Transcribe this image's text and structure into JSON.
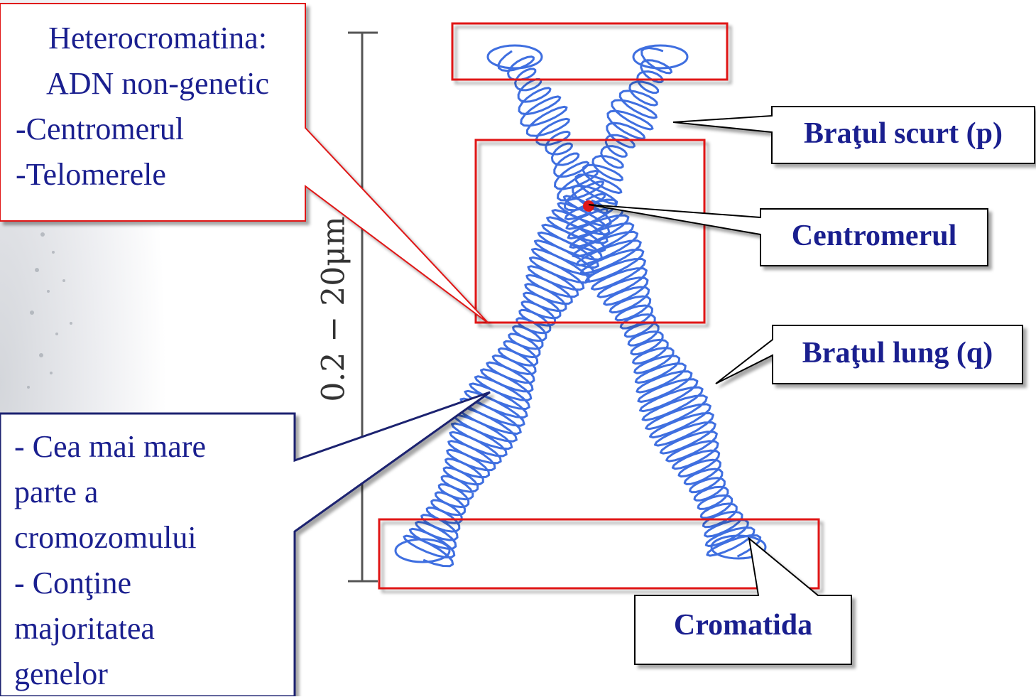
{
  "heterochromatin": {
    "lines": [
      "Heterocromatina:",
      "ADN non-genetic",
      "-Centromerul",
      "-Telomerele"
    ]
  },
  "euchromatin": {
    "lines": [
      "- Cea mai mare",
      "parte a",
      "cromozomului",
      "- Conţine",
      "majoritatea",
      "genelor"
    ]
  },
  "labels": {
    "short_arm": "Braţul scurt (p)",
    "centromere": "Centromerul",
    "long_arm": "Braţul lung (q)",
    "chromatid": "Cromatida"
  },
  "scale": {
    "text": "0.2 − 20μm"
  },
  "colors": {
    "chromatin": "#3f6fe0",
    "text": "#1a1f8f",
    "highlight": "#e01818",
    "centromere_dot": "#e01818"
  }
}
